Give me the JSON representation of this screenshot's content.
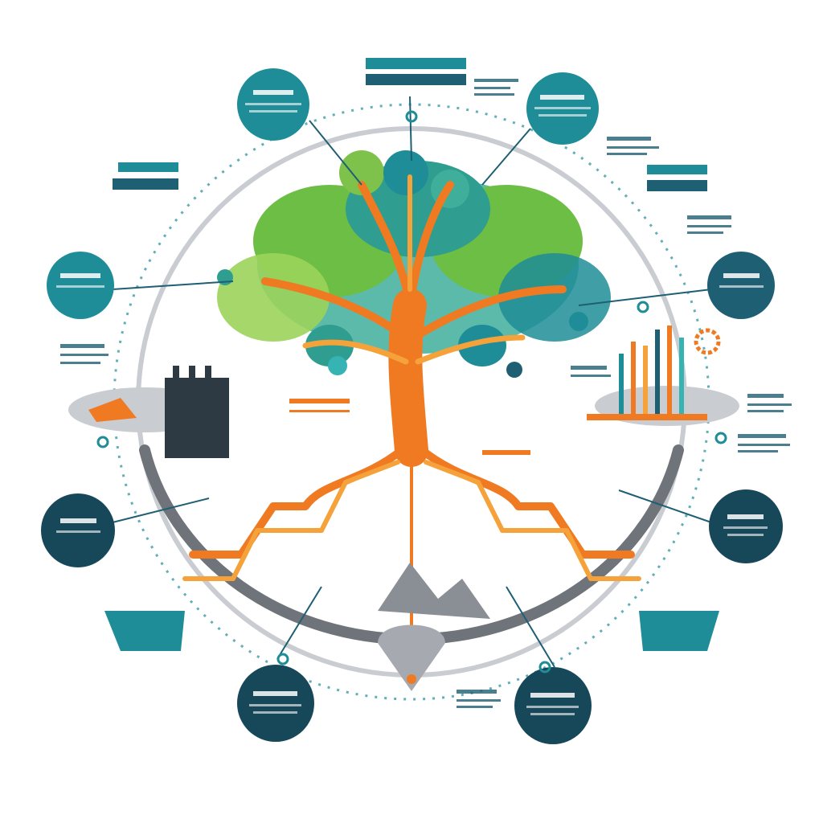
{
  "palette": {
    "teal_dark": "#1f5f74",
    "teal": "#1e8d98",
    "teal_light": "#36b3b3",
    "navy": "#17485a",
    "orange": "#f07a22",
    "orange_light": "#f5a23b",
    "green": "#6cbe45",
    "green_light": "#9bd35a",
    "grey": "#7b7f86",
    "grey_light": "#c9ccd1"
  },
  "description_text": "",
  "nodes": [
    {
      "id": "top-left",
      "shape": "circle",
      "label": "",
      "sublabel": ""
    },
    {
      "id": "top-right",
      "shape": "circle",
      "label": "",
      "sublabel": ""
    },
    {
      "id": "left",
      "shape": "circle",
      "label": "",
      "sublabel": ""
    },
    {
      "id": "right",
      "shape": "circle",
      "label": "",
      "sublabel": ""
    },
    {
      "id": "lower-left",
      "shape": "circle",
      "label": "",
      "sublabel": ""
    },
    {
      "id": "lower-right",
      "shape": "circle",
      "label": "",
      "sublabel": ""
    },
    {
      "id": "bottom-left",
      "shape": "circle",
      "label": "",
      "sublabel": ""
    },
    {
      "id": "bottom-right",
      "shape": "circle",
      "label": "",
      "sublabel": ""
    }
  ],
  "icons": [
    "tree-icon",
    "roots-icon",
    "factory-icon",
    "bar-chart-icon",
    "gear-icon",
    "mountain-icon",
    "drop-pin-icon"
  ]
}
